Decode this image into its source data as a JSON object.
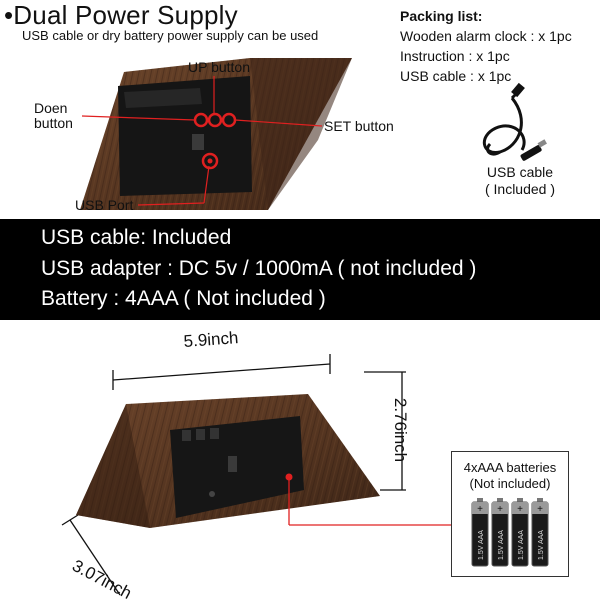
{
  "header": {
    "title": "•Dual Power Supply",
    "subtitle": "USB cable or dry battery power supply can be used"
  },
  "packing": {
    "heading": "Packing list:",
    "items": [
      "Wooden alarm clock : x 1pc",
      "Instruction : x 1pc",
      "USB cable : x 1pc"
    ]
  },
  "callouts": {
    "up_button": "UP button",
    "down_button_line1": "Doen",
    "down_button_line2": "button",
    "set_button": "SET button",
    "usb_port": "USB Port"
  },
  "cable": {
    "label_line1": "USB cable",
    "label_line2": "( Included )"
  },
  "banner": {
    "lines": [
      "USB cable: Included",
      "USB adapter : DC 5v / 1000mA ( not included )",
      "Battery : 4AAA ( Not included )"
    ]
  },
  "dimensions": {
    "width": "5.9inch",
    "height": "2.76inch",
    "depth": "3.07inch"
  },
  "batteries": {
    "title_line1": "4xAAA batteries",
    "title_line2": "(Not included)",
    "cell_label": "1.5V AAA",
    "count": 4
  },
  "colors": {
    "wood": "#5a3a24",
    "wood_dark": "#3b2416",
    "panel": "#1a1a1a",
    "callout_red": "#e02020",
    "banner": "#000000"
  }
}
